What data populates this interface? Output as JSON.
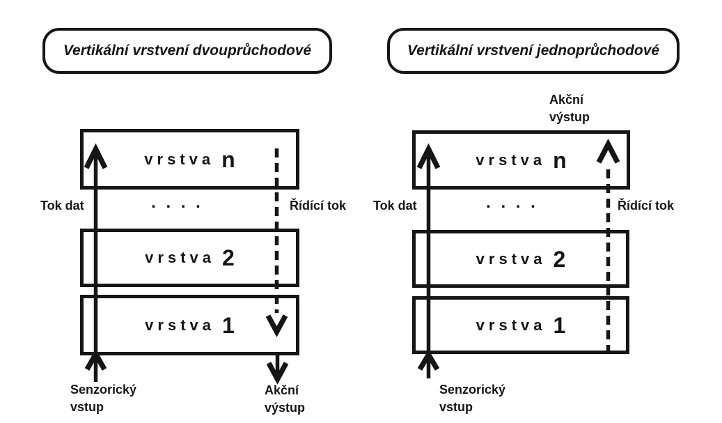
{
  "colors": {
    "ink": "#161616",
    "background": "#ffffff"
  },
  "diagrams": [
    {
      "id": "two-pass",
      "title": "Vertikální vrstvení dvouprůchodové",
      "layers": [
        {
          "label": "vrstva",
          "index": "n"
        },
        {
          "label": "vrstva",
          "index": "2"
        },
        {
          "label": "vrstva",
          "index": "1"
        }
      ],
      "dots": ". . . .",
      "labels": {
        "data_flow": "Tok dat",
        "control_flow": "Řídící tok",
        "sensory_input": [
          "Senzorický",
          "vstup"
        ],
        "action_output": [
          "Akční",
          "výstup"
        ]
      }
    },
    {
      "id": "single-pass",
      "title": "Vertikální vrstvení jednoprůchodové",
      "layers": [
        {
          "label": "vrstva",
          "index": "n"
        },
        {
          "label": "vrstva",
          "index": "2"
        },
        {
          "label": "vrstva",
          "index": "1"
        }
      ],
      "dots": ". . . .",
      "labels": {
        "data_flow": "Tok dat",
        "control_flow": "Řídící tok",
        "sensory_input": [
          "Senzorický",
          "vstup"
        ],
        "action_output": [
          "Akční",
          "výstup"
        ]
      }
    }
  ]
}
